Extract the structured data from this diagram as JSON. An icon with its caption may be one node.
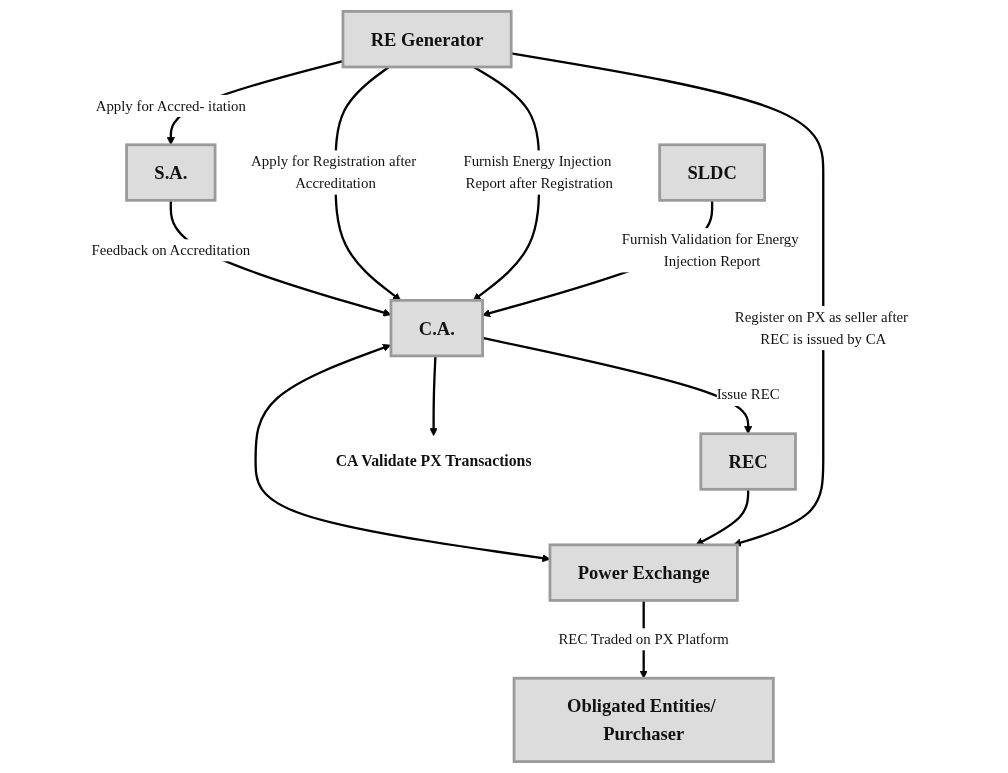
{
  "diagram": {
    "nodes": [
      {
        "text": [
          "S.A."
        ]
      },
      {
        "text": [
          "C.A."
        ]
      },
      {
        "text": [
          "REC"
        ]
      },
      {
        "text": [
          "RE Generator"
        ]
      },
      {
        "text": [
          "SLDC"
        ]
      },
      {
        "text": [
          "Power Exchange"
        ]
      },
      {
        "text": [
          "CA Validate PX Transactions"
        ]
      },
      {
        "text": [
          "Obligated Entities/ Purchaser"
        ]
      }
    ],
    "edges": [
      {
        "from": 0,
        "to": 1,
        "arrow": "to",
        "label": "Feedback on Accreditation"
      },
      {
        "from": 1,
        "to": 2,
        "arrow": "to",
        "label": "Issue REC"
      },
      {
        "from": 3,
        "to": 0,
        "arrow": "to",
        "label": "Apply for Accred- itation"
      },
      {
        "from": 3,
        "to": 1,
        "arrow": "to",
        "label": "Apply for Registration after Accreditation"
      },
      {
        "from": 3,
        "to": 1,
        "arrow": "to",
        "label": "Furnish Energy Injection Report after Registration"
      },
      {
        "from": 4,
        "to": 1,
        "arrow": "to",
        "label": "Furnish Validation for Energy Injection Report"
      },
      {
        "from": 1,
        "to": 5,
        "arrow": "both"
      },
      {
        "from": 1,
        "to": 6,
        "arrow": "to"
      },
      {
        "from": 2,
        "to": 5,
        "arrow": "to"
      },
      {
        "from": 3,
        "to": 5,
        "arrow": "to",
        "label": "Register on PX as seller after REC is issued by CA"
      },
      {
        "from": 5,
        "to": 7,
        "arrow": "to",
        "label": "REC Traded on PX Platform"
      }
    ]
  }
}
